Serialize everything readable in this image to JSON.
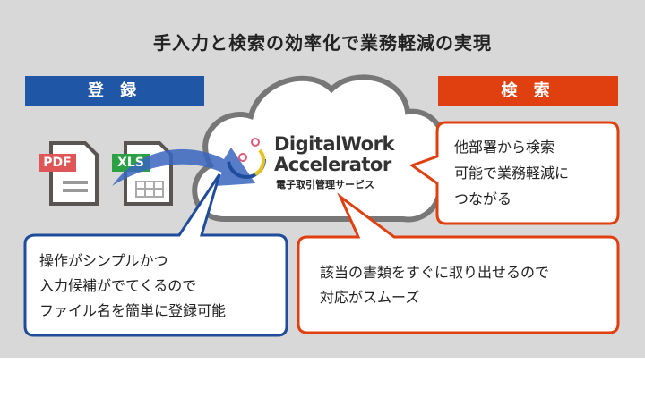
{
  "title": "手入力と検索の効率化で業務軽減の実現",
  "labels": {
    "register": "登 録",
    "search": "検 索"
  },
  "files": {
    "pdf": "PDF",
    "xls": "XLS"
  },
  "logo": {
    "line1": "DigitalWork",
    "line2": "Accelerator",
    "sub": "電子取引管理サービス"
  },
  "bubbles": {
    "left": [
      "操作がシンプルかつ",
      "入力候補がでてくるので",
      "ファイル名を簡単に登録可能"
    ],
    "right_top": [
      "他部署から検索",
      "可能で業務軽減に",
      "つながる"
    ],
    "right_bottom": [
      "該当の書類をすぐに取り出せるので",
      "対応がスムーズ"
    ]
  },
  "colors": {
    "blue": "#1f56a5",
    "red": "#e0400f",
    "gray": "#d8d8d8"
  }
}
